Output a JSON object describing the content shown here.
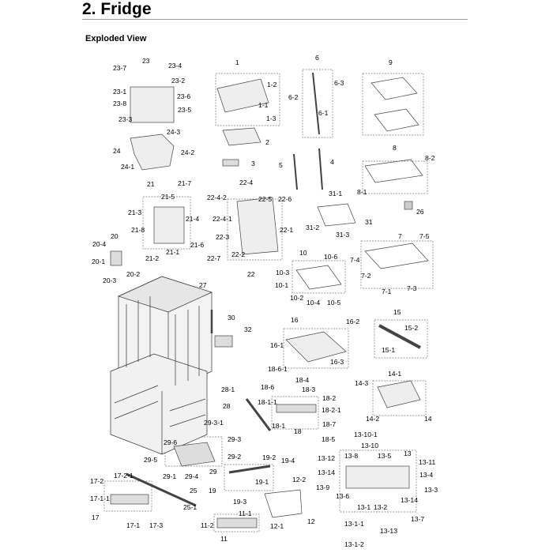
{
  "header": {
    "title": "2.  Fridge",
    "subtitle": "Exploded View"
  },
  "callouts": [
    "23-7",
    "23",
    "23-4",
    "23-2",
    "23-1",
    "23-6",
    "23-8",
    "23-5",
    "23-3",
    "24-3",
    "24",
    "24-2",
    "24-1",
    "1",
    "1-2",
    "1-1",
    "1-3",
    "2",
    "3",
    "6",
    "6-3",
    "6-2",
    "6-1",
    "5",
    "4",
    "9",
    "8",
    "8-2",
    "8-1",
    "21",
    "21-7",
    "21-5",
    "21-3",
    "21-4",
    "21-8",
    "21-6",
    "21-1",
    "21-2",
    "22-4",
    "22-4-2",
    "22-4-1",
    "22-5",
    "22-6",
    "22-1",
    "22-3",
    "22-7",
    "22-2",
    "22",
    "31-1",
    "31",
    "31-2",
    "31-3",
    "26",
    "20",
    "20-4",
    "20-1",
    "20-2",
    "20-3",
    "27",
    "7",
    "7-5",
    "7-4",
    "7-2",
    "7-1",
    "7-3",
    "10",
    "10-6",
    "10-3",
    "10-1",
    "10-2",
    "10-4",
    "10-5",
    "30",
    "32",
    "16",
    "16-2",
    "16-1",
    "16-3",
    "15",
    "15-2",
    "15-1",
    "18-6-1",
    "18-4",
    "18-6",
    "18-3",
    "18-2",
    "18-1-1",
    "18-2-1",
    "18-7",
    "18-1",
    "18",
    "18-5",
    "14-1",
    "14-3",
    "14-2",
    "14",
    "28-1",
    "28",
    "29-3-1",
    "29-3",
    "29-6",
    "29-2",
    "29-5",
    "29-1",
    "29-4",
    "29",
    "13-10-1",
    "13-10",
    "13-8",
    "13",
    "13-5",
    "13-11",
    "13-12",
    "13-14",
    "13-4",
    "13-9",
    "13-6",
    "13-3",
    "13-14",
    "13-1",
    "13-2",
    "13-7",
    "13-1-1",
    "13-13",
    "13-1-2",
    "19-2",
    "19-4",
    "19-1",
    "19",
    "19-3",
    "12-2",
    "12-1",
    "12",
    "17-2",
    "17-2-1",
    "17-1-1",
    "17",
    "17-1",
    "17-3",
    "25",
    "25-1",
    "11-1",
    "11-2",
    "11"
  ]
}
